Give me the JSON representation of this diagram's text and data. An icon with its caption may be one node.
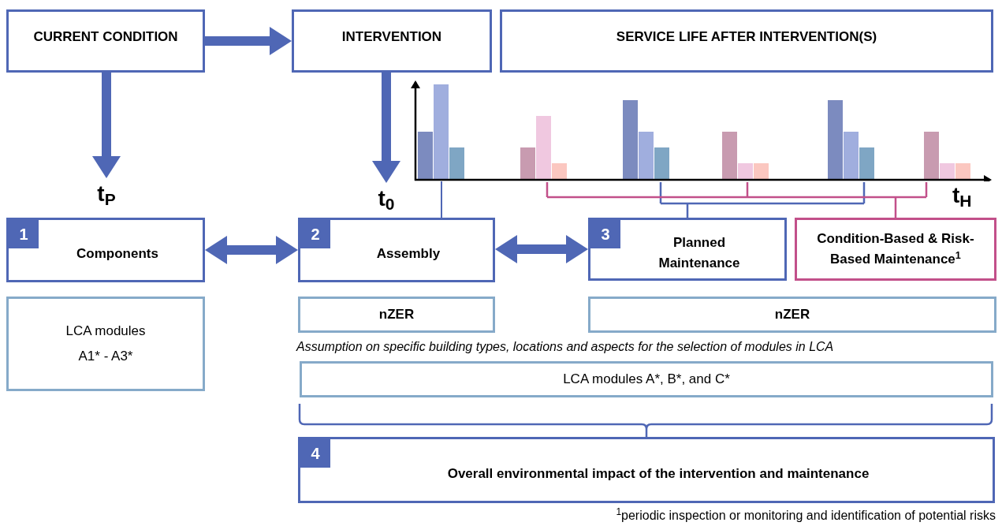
{
  "diagram": {
    "nodes": [
      {
        "text": [
          "CURRENT CONDITION"
        ]
      },
      {
        "text": [
          "INTERVENTION"
        ]
      },
      {
        "text": [
          "SERVICE LIFE AFTER INTERVENTION(S)"
        ]
      },
      {
        "text": [
          "t$_{P}$"
        ]
      },
      {
        "text": [
          "t$_{0}$"
        ]
      },
      {
        "text": [
          "1",
          "Components"
        ]
      },
      {
        "text": [
          "2",
          "Assembly"
        ]
      },
      {
        "text": [
          "3",
          "Planned Maintenance"
        ]
      },
      {
        "text": [
          "Condition-Based & Risk-Based Maintenance$^{1}$"
        ]
      },
      {
        "text": [
          "LCA modules A1* - A3*"
        ]
      },
      {
        "text": [
          "nZER"
        ]
      },
      {
        "text": [
          "nZER"
        ]
      },
      {
        "text": [
          "LCA modules A*, B*, and C*"
        ]
      },
      {
        "text": [
          "4",
          "Overall environmental impact of the intervention and maintenance"
        ]
      },
      {
        "text": [],
        "shape": "picture"
      }
    ],
    "edges": [
      {
        "from": 0,
        "to": 1,
        "arrow": "to"
      },
      {
        "from": 0,
        "to": 3,
        "arrow": "to"
      },
      {
        "from": 1,
        "to": 4,
        "arrow": "to"
      },
      {
        "from": 5,
        "to": 6,
        "arrow": "both"
      },
      {
        "from": 6,
        "to": 7,
        "arrow": "both"
      },
      {
        "from": 14,
        "to": 6,
        "arrow": "none"
      },
      {
        "from": 14,
        "to": 7,
        "arrow": "none"
      },
      {
        "from": 14,
        "to": 8,
        "arrow": "none",
        "color": "#c2508a"
      }
    ],
    "labels": [
      "t$_{H}$",
      "Assumption on specific building types, locations and aspects for the selection of modules in LCA",
      "$^{1}$periodic inspection or monitoring and identification of potential risks"
    ]
  }
}
